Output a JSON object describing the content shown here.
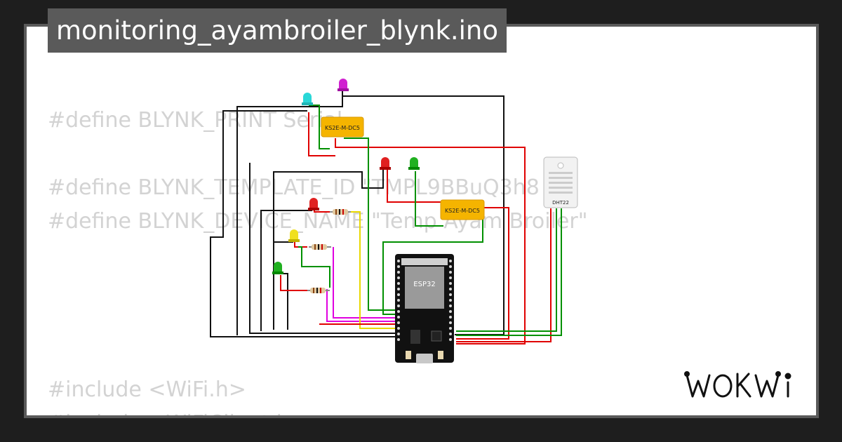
{
  "title": "monitoring_ayambroiler_blynk.ino",
  "code_lines": [
    "#define BLYNK_PRINT Serial",
    "#define BLYNK_TEMPLATE_ID \"TMPL9BBuQ3h8",
    "#define BLYNK_DEVICE_NAME \"Temp Ayam Broiler\"",
    "#include <WiFi.h>",
    "#include <WiFiClient.h>"
  ],
  "components": {
    "relay_label": "KS2E-M-DC5",
    "mcu_label": "ESP32",
    "sensor_label": "DHT22"
  },
  "brand": "WOKWi",
  "colors": {
    "background": "#1e1e1e",
    "card": "#ffffff",
    "title_bar": "#5a5a5a",
    "code_text": "#d3d3d3",
    "wire_red": "#e00000",
    "wire_green": "#009000",
    "wire_black": "#111111",
    "wire_magenta": "#e000e0",
    "wire_yellow": "#e8d800",
    "relay": "#f5b400"
  },
  "icons": [
    "led-cyan-icon",
    "led-magenta-icon",
    "led-red-icon",
    "led-green-icon",
    "led-yellow-icon",
    "resistor-icon",
    "relay-icon",
    "esp32-board-icon",
    "dht22-sensor-icon",
    "wokwi-logo"
  ]
}
